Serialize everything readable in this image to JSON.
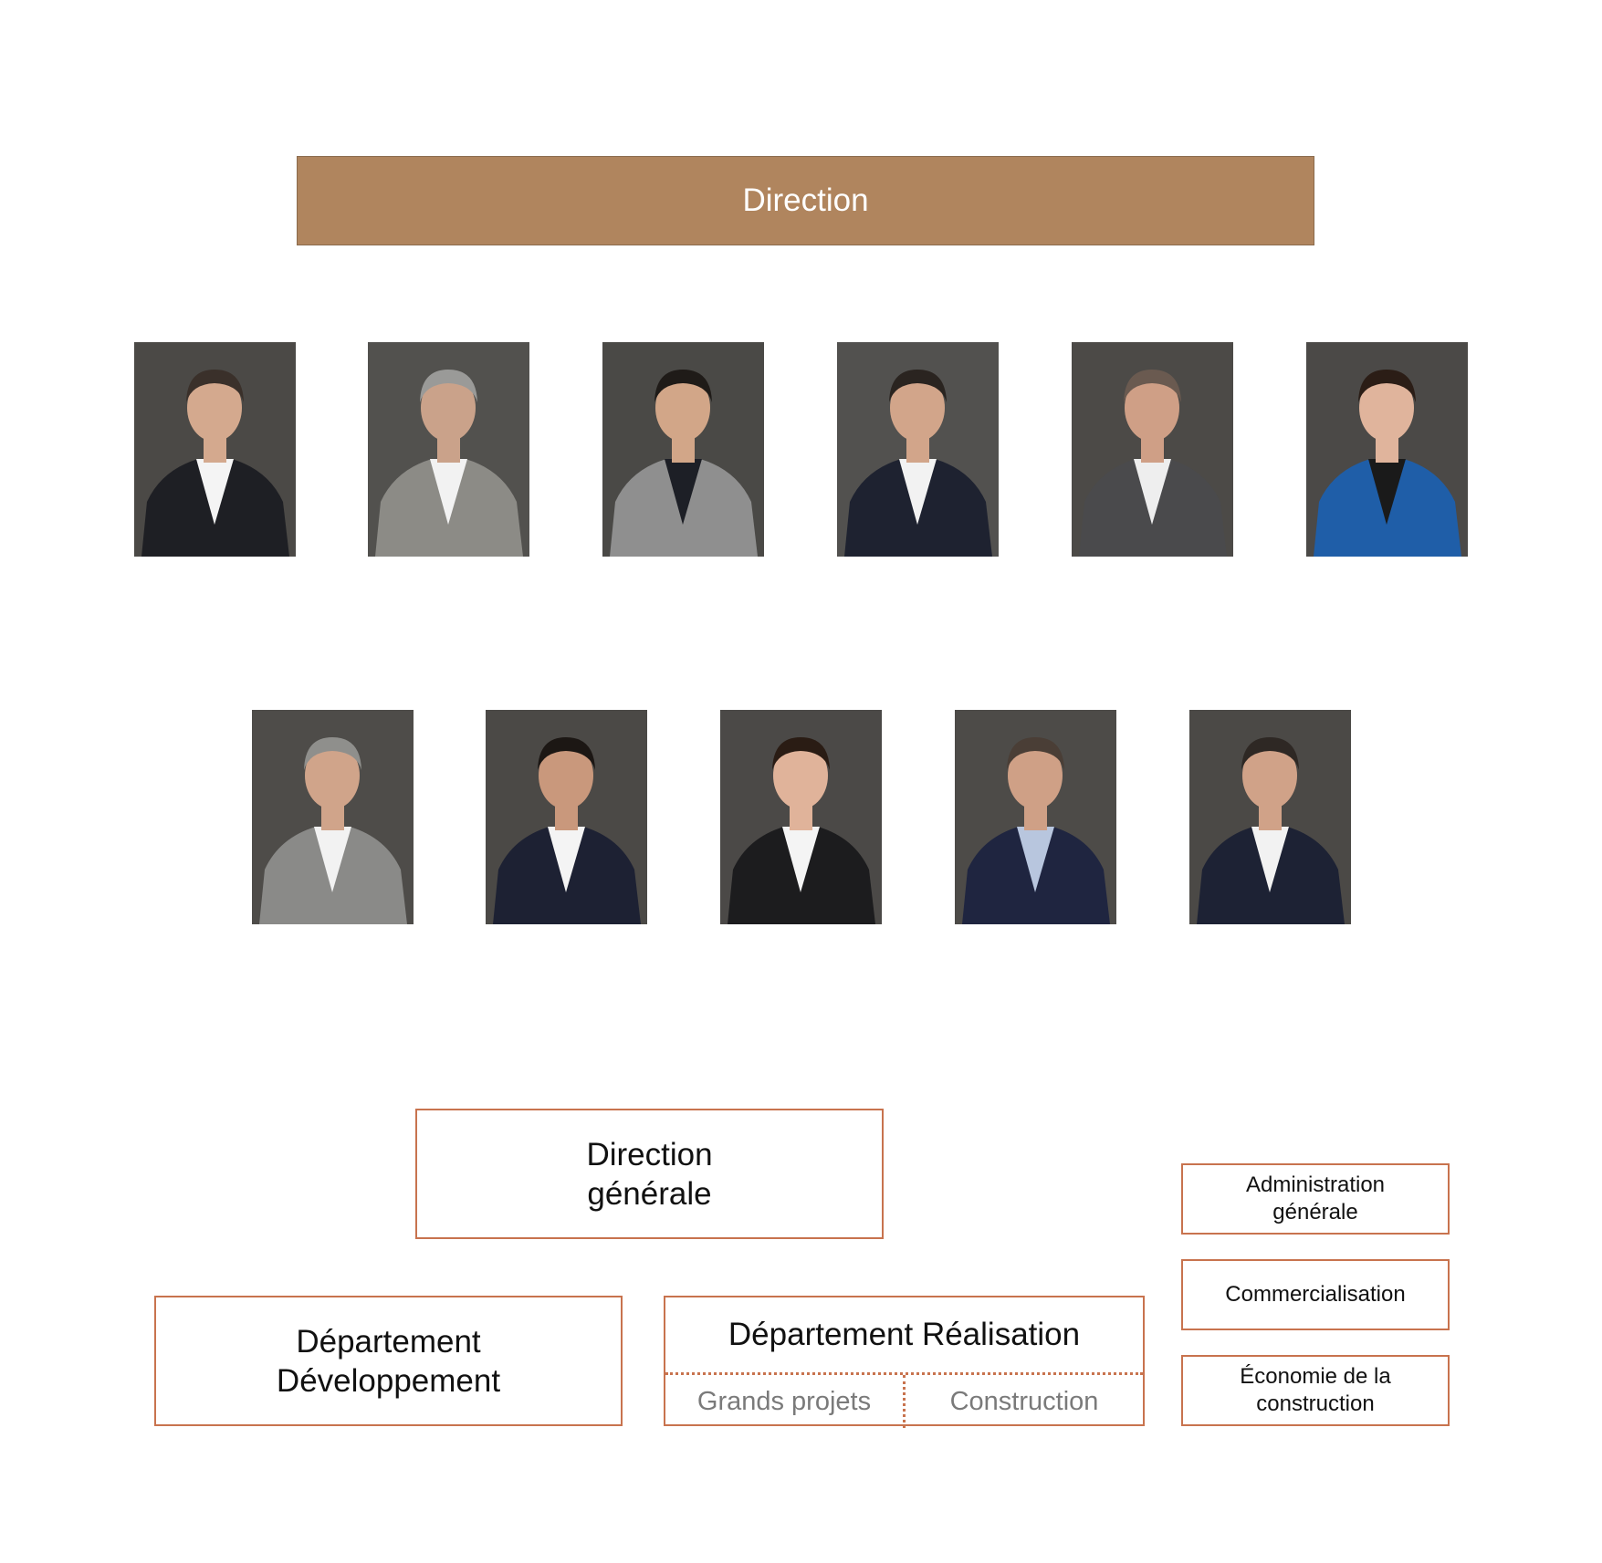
{
  "banner": {
    "title": "Direction"
  },
  "team": {
    "row1": [
      {
        "skin": "#d4a98e",
        "hair": "#3a302a",
        "suit": "#1e1f24",
        "shirt": "#f4f4f4",
        "bg": "#4b4946"
      },
      {
        "skin": "#caa28a",
        "hair": "#9a9a98",
        "suit": "#8c8b86",
        "shirt": "#f2f2f2",
        "bg": "#52514e"
      },
      {
        "skin": "#d2a688",
        "hair": "#1f1b18",
        "suit": "#8f8f8f",
        "shirt": "#1d1f26",
        "bg": "#4a4946"
      },
      {
        "skin": "#d2a58a",
        "hair": "#2a2420",
        "suit": "#1e2230",
        "shirt": "#f2f2f2",
        "bg": "#52514f"
      },
      {
        "skin": "#cf9f86",
        "hair": "#6a5a50",
        "suit": "#4a4a4c",
        "shirt": "#eeeeee",
        "bg": "#4c4a47"
      },
      {
        "skin": "#e0b49c",
        "hair": "#2b1d16",
        "suit": "#1f5ea8",
        "shirt": "#1a1a1a",
        "bg": "#4b4947"
      }
    ],
    "row2": [
      {
        "skin": "#d0a48a",
        "hair": "#8f8f8c",
        "suit": "#8a8a88",
        "shirt": "#f2f2f2",
        "bg": "#4e4c49"
      },
      {
        "skin": "#c9987c",
        "hair": "#1c1714",
        "suit": "#1d2133",
        "shirt": "#f4f4f4",
        "bg": "#4b4946"
      },
      {
        "skin": "#e0b39a",
        "hair": "#2a1c14",
        "suit": "#1c1c1e",
        "shirt": "#f4f4f4",
        "bg": "#4b4947"
      },
      {
        "skin": "#cfa086",
        "hair": "#4a3e36",
        "suit": "#1f2540",
        "shirt": "#b8c6de",
        "bg": "#4d4b48"
      },
      {
        "skin": "#d0a288",
        "hair": "#2e2824",
        "suit": "#1d2234",
        "shirt": "#f2f2f2",
        "bg": "#4b4946"
      }
    ]
  },
  "org": {
    "direction_generale": "Direction\ngénérale",
    "dept_developpement": "Département\nDéveloppement",
    "dept_realisation": {
      "title": "Département Réalisation",
      "subs": [
        "Grands projets",
        "Construction"
      ]
    },
    "services": [
      "Administration\ngénérale",
      "Commercialisation",
      "Économie de la\nconstruction"
    ]
  },
  "colors": {
    "banner": "#b0855e",
    "border": "#c8734e",
    "sub_text": "#7a7a7a"
  }
}
